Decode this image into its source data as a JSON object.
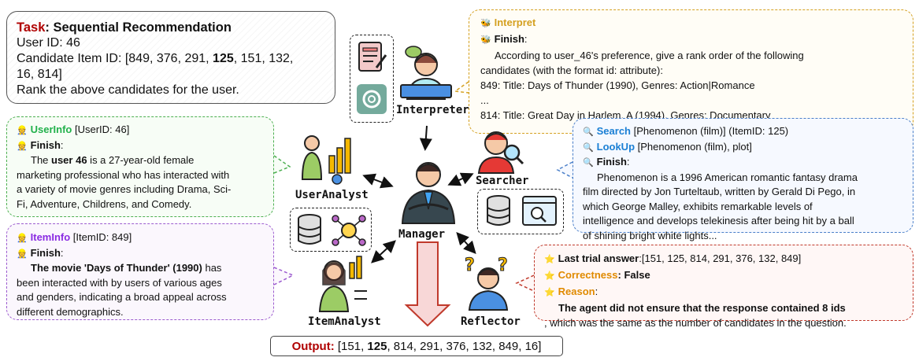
{
  "task": {
    "label": "Task",
    "title": ": Sequential Recommendation",
    "user_id": "User ID: 46",
    "candidate_prefix": "Candidate Item ID: [849, 376, 291, ",
    "candidate_bold": "125",
    "candidate_suffix": ", 151, 132,",
    "candidate_line2": "16, 814]",
    "instruction": "Rank the above candidates for the user."
  },
  "interpreter_panel": {
    "interpret_label": "Interpret",
    "finish_label": "Finish",
    "line1": "According to user_46's preference, give a rank order of the following",
    "line2": "candidates (with the format id: attribute):",
    "line3": "849: Title: Days of Thunder (1990), Genres: Action|Romance",
    "line4": "...",
    "line5": "814: Title: Great Day in Harlem, A (1994), Genres: Documentary"
  },
  "user_panel": {
    "action_label": "UserInfo",
    "action_arg": " [UserID: 46]",
    "finish_label": "Finish",
    "text_pre": "The ",
    "text_bold": "user 46",
    "text_post": " is a 27-year-old female",
    "line2": "marketing professional who has interacted with",
    "line3": "a variety of movie genres including Drama, Sci-",
    "line4": "Fi, Adventure, Childrens, and Comedy."
  },
  "search_panel": {
    "search_label": "Search",
    "search_arg": " [Phenomenon (film)] (ItemID: 125)",
    "lookup_label": "LookUp",
    "lookup_arg": " [Phenomenon (film), plot]",
    "finish_label": "Finish",
    "line1": "Phenomenon is a 1996 American romantic fantasy drama",
    "line2": "film directed by Jon Turteltaub, written by Gerald Di Pego, in",
    "line3": "which George Malley, exhibits remarkable levels of",
    "line4": "intelligence and develops telekinesis after being hit by a ball",
    "line5": "of shining bright white lights..."
  },
  "item_panel": {
    "action_label": "ItemInfo",
    "action_arg": " [ItemID: 849]",
    "finish_label": "Finish",
    "line1_bold": "The movie 'Days of Thunder' (1990)",
    "line1_post": " has",
    "line2": "been interacted with by users of various ages",
    "line3": "and genders, indicating a broad appeal across",
    "line4": "different demographics."
  },
  "reflector_panel": {
    "last_label": "Last trial answer",
    "last_value": ":[151, 125, 814, 291, 376, 132, 849]",
    "correct_label": "Correctness",
    "correct_value": ": False",
    "reason_label": "Reason",
    "reason_colon": ":",
    "line1": "The agent did not ensure that the response contained 8 ids",
    "line2": ", which was the same as the number of candidates in the question."
  },
  "output": {
    "label": "Output:",
    "pre": " [151, ",
    "bold": "125",
    "post": ", 814, 291, 376, 132, 849, 16]"
  },
  "agents": {
    "interpreter": "Interpreter",
    "user_analyst": "UserAnalyst",
    "searcher": "Searcher",
    "manager": "Manager",
    "item_analyst": "ItemAnalyst",
    "reflector": "Reflector"
  },
  "icons": [
    "interpreter-icon",
    "searcher-icon",
    "user-analyst-icon",
    "manager-icon",
    "item-analyst-icon",
    "reflector-icon",
    "database-icon",
    "magnifier-icon",
    "network-icon",
    "document-icon",
    "chatgpt-icon"
  ],
  "colors": {
    "task_red": "#b00000",
    "interpreter": "#d4a020",
    "user": "#22b14c",
    "search": "#1a7fd4",
    "item": "#8a2be2",
    "reflector": "#c0392b"
  }
}
